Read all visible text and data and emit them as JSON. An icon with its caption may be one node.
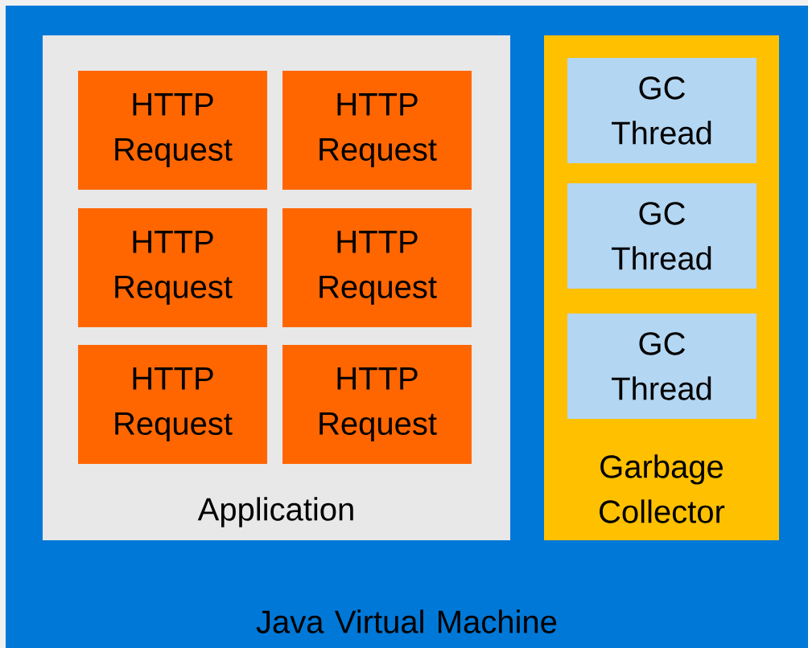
{
  "diagram": {
    "nodes": [
      {
        "text": [
          "Java Virtual Machine"
        ]
      },
      {
        "text": [
          "Application"
        ],
        "in": 0
      },
      {
        "text": [
          "HTTP Request"
        ],
        "in": 1
      },
      {
        "text": [
          "HTTP Request"
        ],
        "in": 1
      },
      {
        "text": [
          "HTTP Request"
        ],
        "in": 1
      },
      {
        "text": [
          "HTTP Request"
        ],
        "in": 1
      },
      {
        "text": [
          "HTTP Request"
        ],
        "in": 1
      },
      {
        "text": [
          "HTTP Request"
        ],
        "in": 1
      },
      {
        "text": [
          "Garbage Collector"
        ],
        "in": 0
      },
      {
        "text": [
          "GC Thread"
        ],
        "in": 8
      },
      {
        "text": [
          "GC Thread"
        ],
        "in": 8
      },
      {
        "text": [
          "GC Thread"
        ],
        "in": 8
      }
    ]
  }
}
